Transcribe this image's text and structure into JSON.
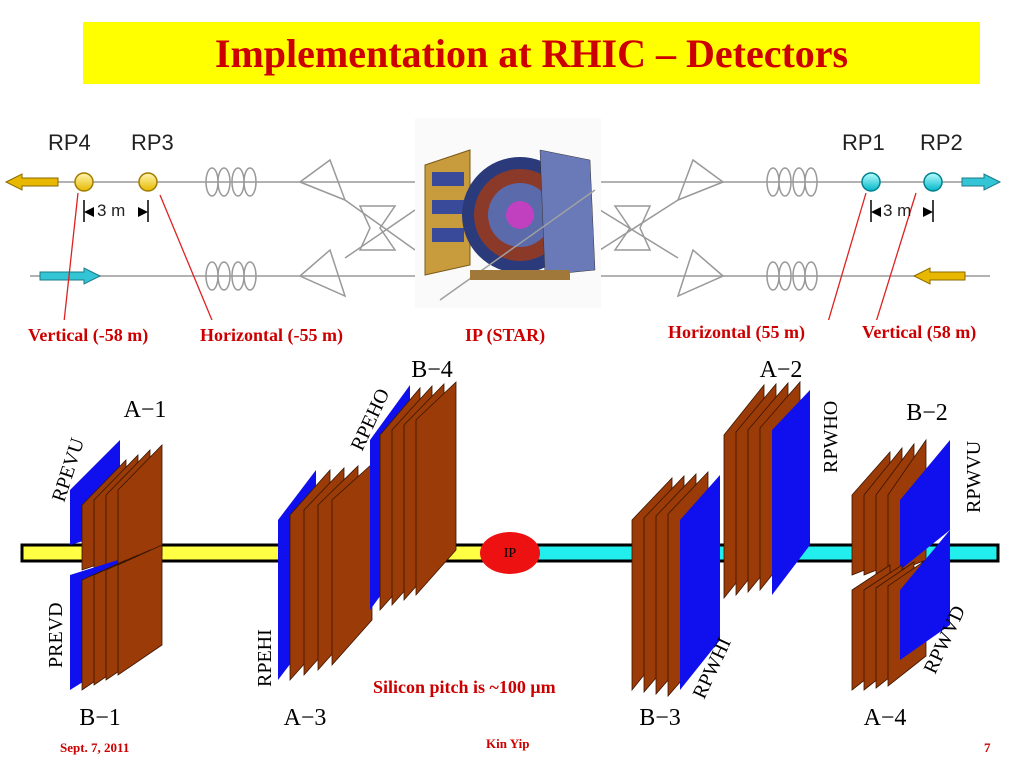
{
  "title": "Implementation at RHIC – Detectors",
  "beamline": {
    "roman_pots": [
      "RP4",
      "RP3",
      "RP1",
      "RP2"
    ],
    "distance_left": "3 m",
    "distance_right": "3 m",
    "labels": {
      "vertical_neg": "Vertical (-58 m)",
      "horizontal_neg": "Horizontal (-55 m)",
      "ip_star": "IP (STAR)",
      "horizontal_pos": "Horizontal (55 m)",
      "vertical_pos": "Vertical (58 m)"
    }
  },
  "detectors": {
    "ip": "IP",
    "groups": [
      "A−1",
      "B−1",
      "A−3",
      "B−4",
      "B−3",
      "A−2",
      "B−2",
      "A−4"
    ],
    "planes": [
      "RPEVU",
      "PREVD",
      "RPEHI",
      "RPEHO",
      "RPWHI",
      "RPWHO",
      "RPWVU",
      "RPWVD"
    ],
    "note": "Silicon pitch is ~100 μm"
  },
  "colors": {
    "title_bg": "#ffff00",
    "title_text": "#cc0000",
    "silicon": "#9a3b08",
    "scintillator": "#1010ee",
    "beam_left": "#ffff44",
    "beam_right": "#22eeee",
    "ip": "#ee1111"
  },
  "footer": {
    "date": "Sept. 7, 2011",
    "author": "Kin Yip",
    "page": "7"
  }
}
